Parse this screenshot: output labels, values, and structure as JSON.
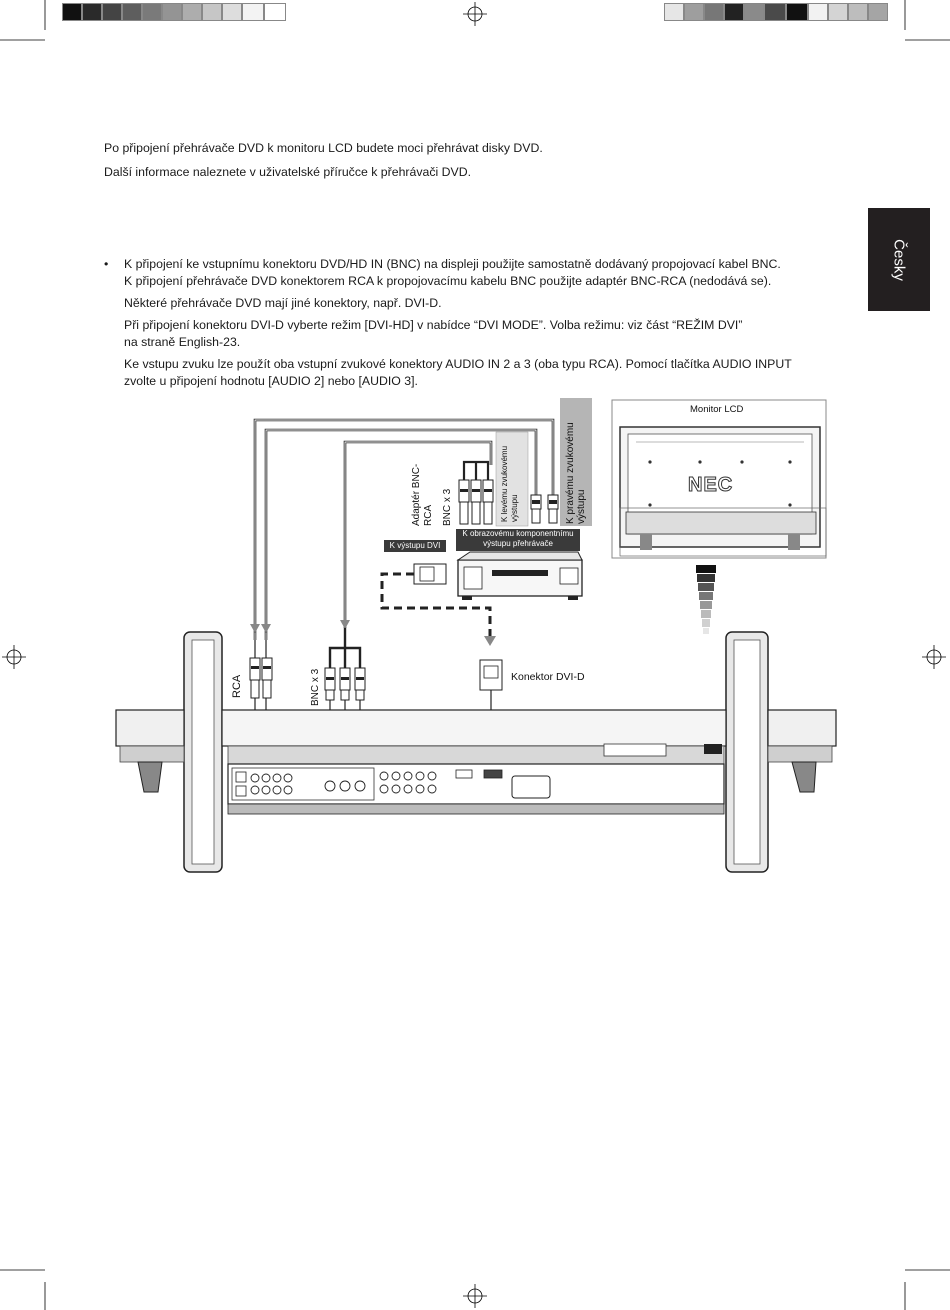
{
  "intro": {
    "line1": "Po připojení přehrávače DVD k monitoru LCD budete moci přehrávat disky DVD.",
    "line2": "Další informace naleznete v uživatelské příručce k přehrávači DVD."
  },
  "side_tab": "Česky",
  "notes": {
    "bullet": "•",
    "l1": "K připojení ke vstupnímu konektoru DVD/HD IN (BNC) na displeji použijte samostatně dodávaný propojovací kabel BNC.",
    "l2": "K připojení přehrávače DVD konektorem RCA k propojovacímu kabelu BNC použijte adaptér BNC-RCA (nedodává se).",
    "l3": "Některé přehrávače DVD mají jiné konektory, např. DVI-D.",
    "l4": "Při připojení konektoru DVI-D vyberte režim [DVI-HD] v nabídce “DVI MODE”. Volba režimu: viz část “REŽIM DVI”",
    "l5": "na straně English-23.",
    "l6": "Ke vstupu zvuku lze použít oba vstupní zvukové konektory AUDIO IN 2 a 3 (oba typu RCA). Pomocí tlačítka AUDIO INPUT",
    "l7": "zvolte u připojení hodnotu [AUDIO 2] nebo [AUDIO 3]."
  },
  "diagram": {
    "monitor_label": "Monitor LCD",
    "brand": "NEC",
    "right_audio": "K pravému zvukovému výstupu",
    "left_audio": "K levému zvukovému výstupu",
    "adapter": "Adaptér BNC-RCA",
    "adapter_bnc": "BNC x 3",
    "to_dvi": "K výstupu DVI",
    "to_component": "K obrazovému komponentnímu výstupu přehrávače",
    "rca": "RCA",
    "bnc_x3": "BNC x 3",
    "dvi_connector": "Konektor DVI-D"
  },
  "colors": {
    "tab_bg": "#231f20",
    "label_bg": "#3a3a3a",
    "shaded_label_bg": "#b5b5b5"
  }
}
